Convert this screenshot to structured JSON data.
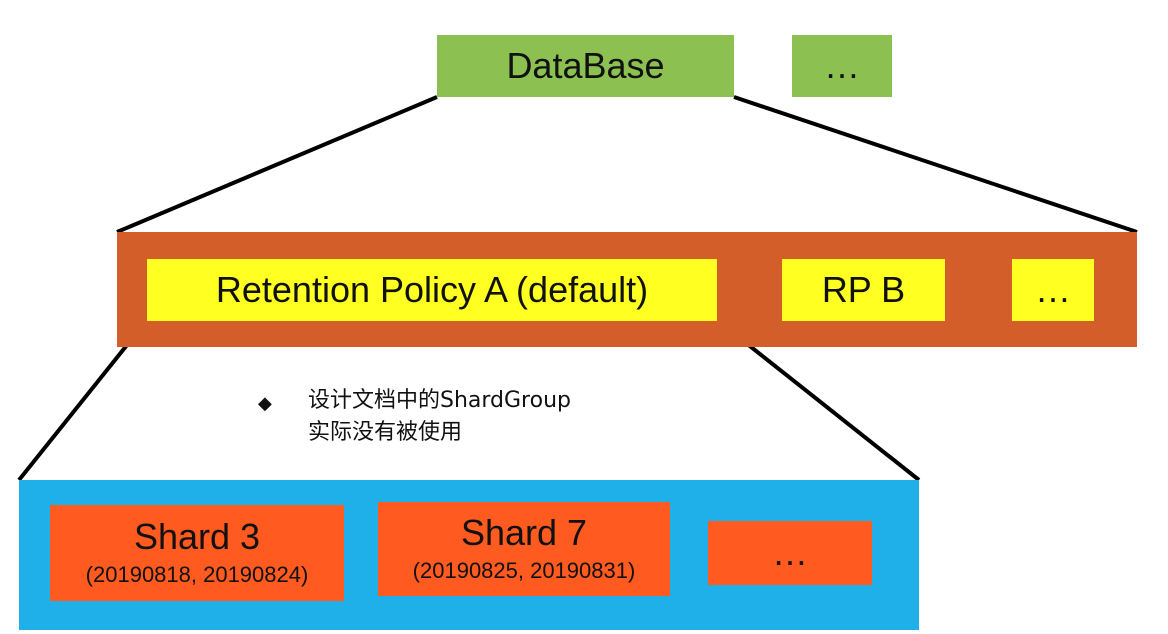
{
  "database": {
    "label": "DataBase",
    "more_label": "…"
  },
  "retention_policies": {
    "items": [
      "Retention Policy A (default)",
      "RP B"
    ],
    "more_label": "…"
  },
  "note": {
    "line1": "设计文档中的ShardGroup",
    "line2": "实际没有被使用"
  },
  "shards": [
    {
      "name": "Shard 3",
      "range": "(20190818, 20190824)"
    },
    {
      "name": "Shard 7",
      "range": "(20190825, 20190831)"
    }
  ],
  "shards_more_label": "…",
  "colors": {
    "database": "#8cc152",
    "rp_band": "#d35e2a",
    "rp_box": "#ffff22",
    "shard_band": "#1fb0ea",
    "shard_box": "#ff5a1f"
  }
}
